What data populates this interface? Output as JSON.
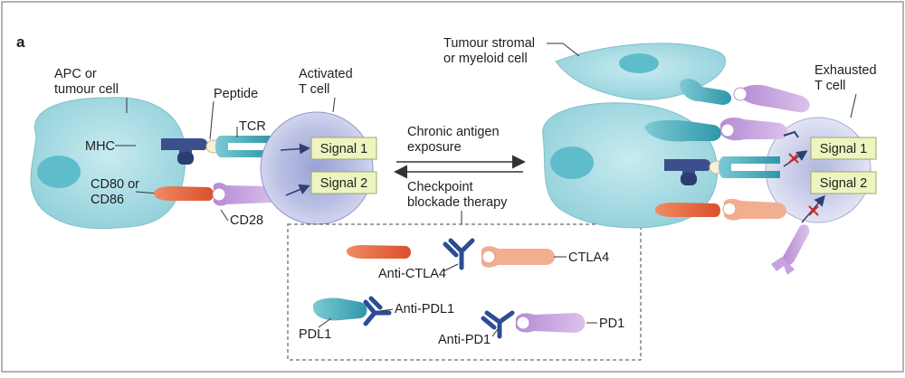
{
  "panel_label": "a",
  "labels": {
    "apc": [
      "APC or",
      "tumour cell"
    ],
    "peptide": "Peptide",
    "tcr": "TCR",
    "mhc": "MHC",
    "activated_t_cell": [
      "Activated",
      "T cell"
    ],
    "cd80_cd86": [
      "CD80 or",
      "CD86"
    ],
    "cd28": "CD28",
    "signal_1": "Signal 1",
    "signal_2": "Signal 2",
    "chronic": [
      "Chronic antigen",
      "exposure"
    ],
    "checkpoint": [
      "Checkpoint",
      "blockade therapy"
    ],
    "stromal": [
      "Tumour stromal",
      "or myeloid cell"
    ],
    "exhausted_t_cell": [
      "Exhausted",
      "T  cell"
    ],
    "anti_ctla4": "Anti-CTLA4",
    "ctla4": "CTLA4",
    "pdl1": "PDL1",
    "anti_pdl1": "Anti-PDL1",
    "anti_pd1": "Anti-PD1",
    "pd1": "PD1"
  },
  "colors": {
    "apc_fill": "#a8dce4",
    "apc_nucleus": "#5fbccb",
    "t_cell_outer": "#cfd3ec",
    "t_cell_inner": "#9ea6d6",
    "signal_box": "#eef4c0",
    "mhc_dark": "#3a4f8c",
    "tcr_teal": "#36a5b4",
    "cd80_orange": "#e4623c",
    "cd28_lilac": "#c9a3df",
    "ctla4_peach": "#f2ae90",
    "antibody_blue": "#2c4c94",
    "inhibit_red": "#cc2a2a"
  }
}
